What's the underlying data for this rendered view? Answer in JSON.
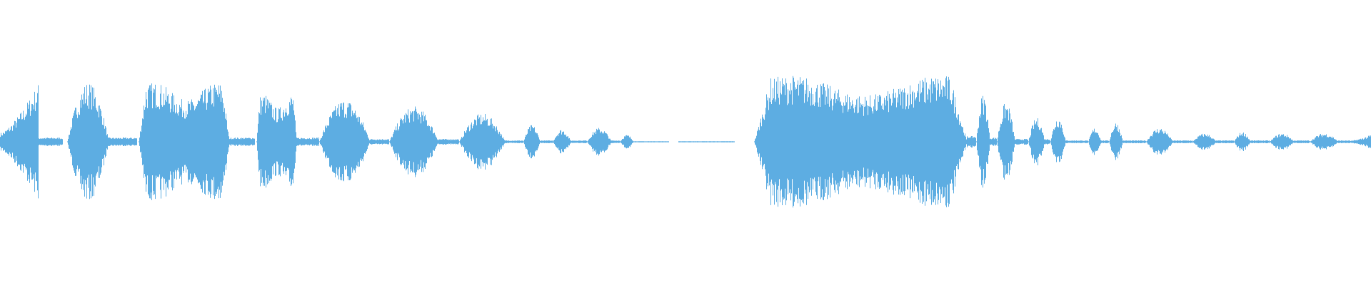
{
  "waveform": {
    "color": "#5dade2",
    "background": "#ffffff",
    "segments": [
      {
        "start": 0.0,
        "end": 0.028,
        "amp": 0.42,
        "shape": "ramp-up"
      },
      {
        "start": 0.028,
        "end": 0.046,
        "amp": 0.03,
        "shape": "flat"
      },
      {
        "start": 0.049,
        "end": 0.079,
        "amp": 0.42,
        "shape": "bell"
      },
      {
        "start": 0.079,
        "end": 0.1,
        "amp": 0.03,
        "shape": "flat"
      },
      {
        "start": 0.101,
        "end": 0.167,
        "amp": 0.42,
        "shape": "plateau"
      },
      {
        "start": 0.167,
        "end": 0.186,
        "amp": 0.03,
        "shape": "flat"
      },
      {
        "start": 0.187,
        "end": 0.216,
        "amp": 0.34,
        "shape": "plateau"
      },
      {
        "start": 0.216,
        "end": 0.233,
        "amp": 0.03,
        "shape": "flat"
      },
      {
        "start": 0.233,
        "end": 0.27,
        "amp": 0.3,
        "shape": "bell"
      },
      {
        "start": 0.27,
        "end": 0.284,
        "amp": 0.02,
        "shape": "flat"
      },
      {
        "start": 0.284,
        "end": 0.32,
        "amp": 0.25,
        "shape": "bell"
      },
      {
        "start": 0.32,
        "end": 0.335,
        "amp": 0.02,
        "shape": "flat"
      },
      {
        "start": 0.335,
        "end": 0.368,
        "amp": 0.2,
        "shape": "bell"
      },
      {
        "start": 0.368,
        "end": 0.382,
        "amp": 0.01,
        "shape": "flat"
      },
      {
        "start": 0.382,
        "end": 0.394,
        "amp": 0.12,
        "shape": "bell"
      },
      {
        "start": 0.394,
        "end": 0.403,
        "amp": 0.01,
        "shape": "flat"
      },
      {
        "start": 0.403,
        "end": 0.416,
        "amp": 0.09,
        "shape": "bell"
      },
      {
        "start": 0.416,
        "end": 0.428,
        "amp": 0.01,
        "shape": "flat"
      },
      {
        "start": 0.428,
        "end": 0.446,
        "amp": 0.1,
        "shape": "bell"
      },
      {
        "start": 0.446,
        "end": 0.452,
        "amp": 0.01,
        "shape": "flat"
      },
      {
        "start": 0.452,
        "end": 0.462,
        "amp": 0.05,
        "shape": "bell"
      },
      {
        "start": 0.462,
        "end": 0.488,
        "amp": 0.004,
        "shape": "flat"
      },
      {
        "start": 0.495,
        "end": 0.536,
        "amp": 0.004,
        "shape": "flat"
      },
      {
        "start": 0.55,
        "end": 0.705,
        "amp": 0.47,
        "shape": "plateau"
      },
      {
        "start": 0.705,
        "end": 0.712,
        "amp": 0.04,
        "shape": "flat"
      },
      {
        "start": 0.712,
        "end": 0.722,
        "amp": 0.34,
        "shape": "bell"
      },
      {
        "start": 0.722,
        "end": 0.727,
        "amp": 0.03,
        "shape": "flat"
      },
      {
        "start": 0.727,
        "end": 0.74,
        "amp": 0.28,
        "shape": "bell"
      },
      {
        "start": 0.74,
        "end": 0.75,
        "amp": 0.02,
        "shape": "flat"
      },
      {
        "start": 0.75,
        "end": 0.762,
        "amp": 0.17,
        "shape": "bell"
      },
      {
        "start": 0.762,
        "end": 0.766,
        "amp": 0.02,
        "shape": "flat"
      },
      {
        "start": 0.766,
        "end": 0.777,
        "amp": 0.18,
        "shape": "bell"
      },
      {
        "start": 0.777,
        "end": 0.794,
        "amp": 0.01,
        "shape": "flat"
      },
      {
        "start": 0.794,
        "end": 0.803,
        "amp": 0.1,
        "shape": "bell"
      },
      {
        "start": 0.803,
        "end": 0.809,
        "amp": 0.01,
        "shape": "flat"
      },
      {
        "start": 0.809,
        "end": 0.819,
        "amp": 0.14,
        "shape": "bell"
      },
      {
        "start": 0.819,
        "end": 0.836,
        "amp": 0.01,
        "shape": "flat"
      },
      {
        "start": 0.836,
        "end": 0.855,
        "amp": 0.1,
        "shape": "bell"
      },
      {
        "start": 0.855,
        "end": 0.87,
        "amp": 0.01,
        "shape": "flat"
      },
      {
        "start": 0.87,
        "end": 0.887,
        "amp": 0.06,
        "shape": "bell"
      },
      {
        "start": 0.887,
        "end": 0.9,
        "amp": 0.01,
        "shape": "flat"
      },
      {
        "start": 0.9,
        "end": 0.912,
        "amp": 0.07,
        "shape": "bell"
      },
      {
        "start": 0.912,
        "end": 0.926,
        "amp": 0.01,
        "shape": "flat"
      },
      {
        "start": 0.926,
        "end": 0.944,
        "amp": 0.06,
        "shape": "bell"
      },
      {
        "start": 0.944,
        "end": 0.955,
        "amp": 0.01,
        "shape": "flat"
      },
      {
        "start": 0.955,
        "end": 0.976,
        "amp": 0.06,
        "shape": "bell"
      },
      {
        "start": 0.976,
        "end": 0.985,
        "amp": 0.01,
        "shape": "flat"
      },
      {
        "start": 0.985,
        "end": 1.0,
        "amp": 0.05,
        "shape": "ramp-up"
      }
    ]
  }
}
